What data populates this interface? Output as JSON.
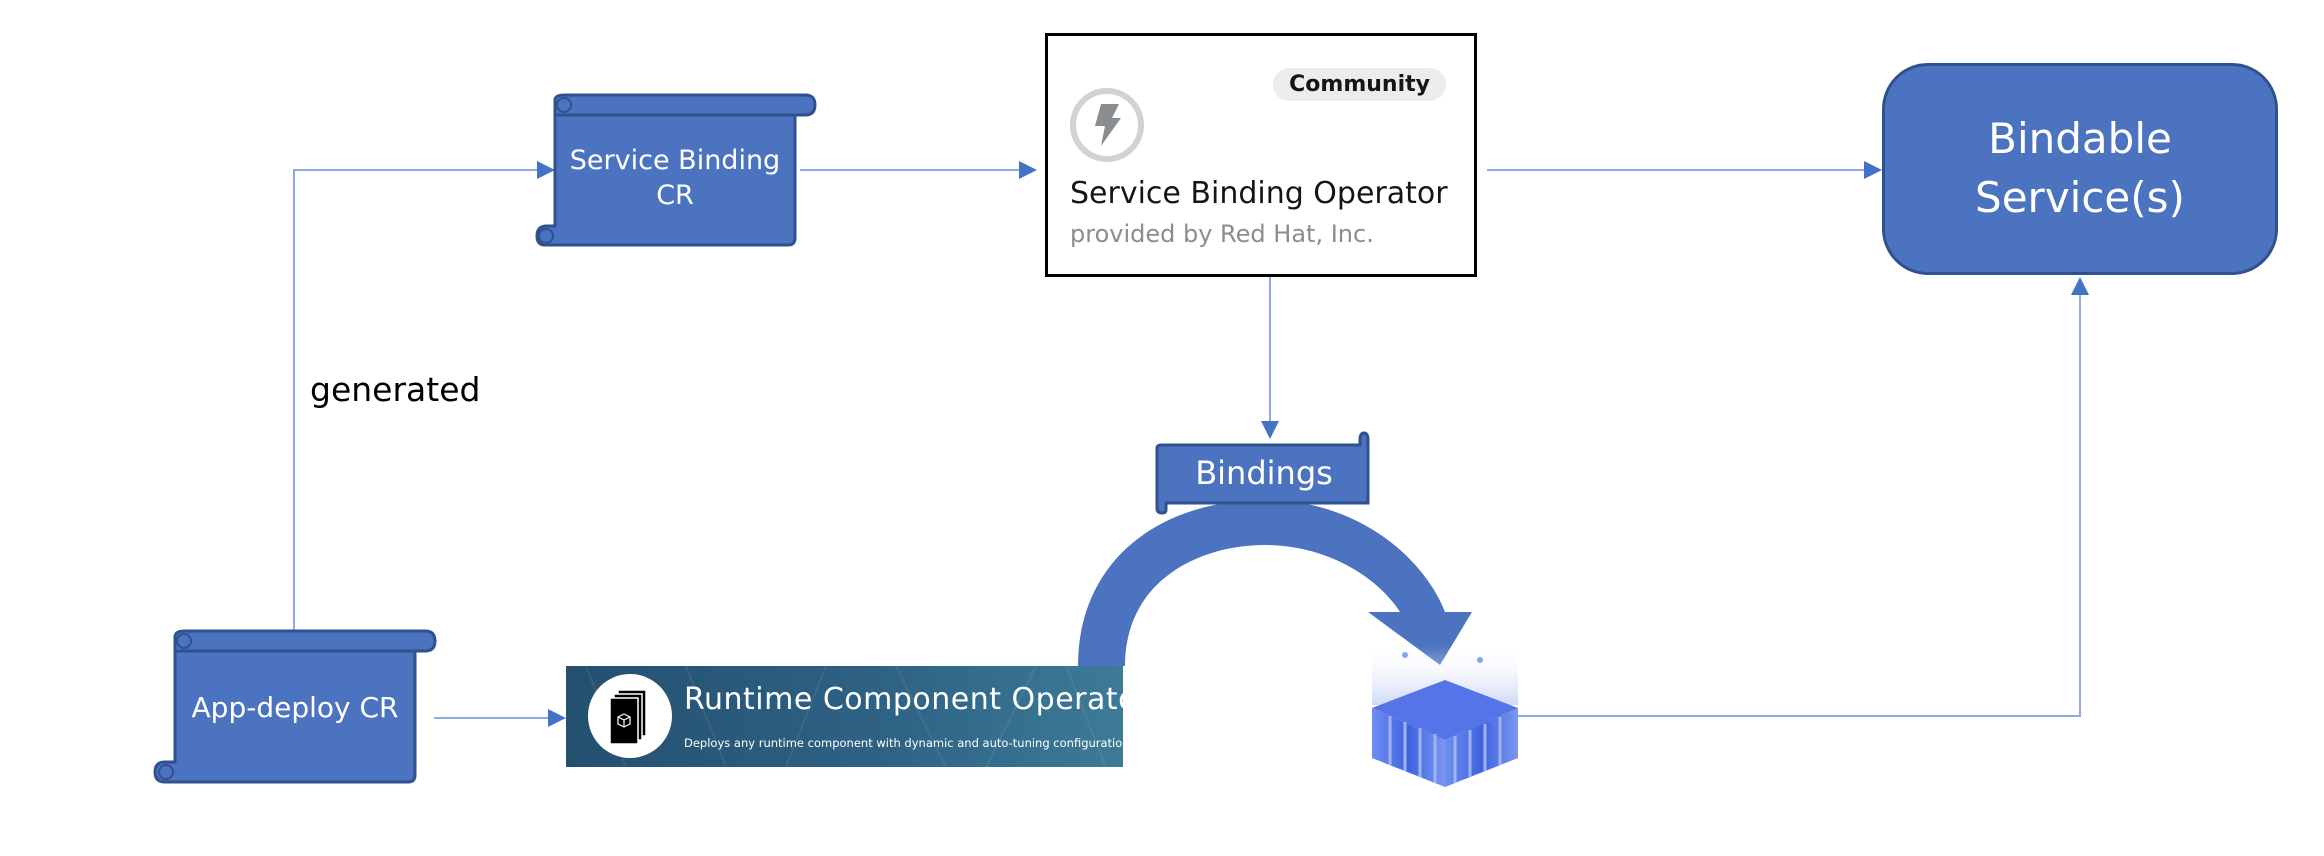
{
  "diagram": {
    "nodes": {
      "service_binding_cr": {
        "label_line1": "Service Binding",
        "label_line2": "CR"
      },
      "service_binding_operator": {
        "badge": "Community",
        "icon": "lightning-bolt-icon",
        "title": "Service Binding Operator",
        "provider": "provided by Red Hat, Inc."
      },
      "bindable_services": {
        "label_line1": "Bindable",
        "label_line2": "Service(s)"
      },
      "bindings": {
        "label": "Bindings"
      },
      "app_deploy_cr": {
        "label": "App-deploy CR"
      },
      "runtime_component_operator": {
        "icon": "stacked-cube-pages-icon",
        "title": "Runtime Component Operator",
        "description": "Deploys any runtime component with dynamic and auto-tuning configuration"
      },
      "application_workload": {
        "icon": "container-cube-icon"
      }
    },
    "edge_labels": {
      "generated": "generated"
    },
    "edges": [
      {
        "from": "app_deploy_cr",
        "to": "service_binding_cr",
        "label": "generated"
      },
      {
        "from": "service_binding_cr",
        "to": "service_binding_operator"
      },
      {
        "from": "service_binding_operator",
        "to": "bindable_services"
      },
      {
        "from": "service_binding_operator",
        "to": "bindings"
      },
      {
        "from": "app_deploy_cr",
        "to": "runtime_component_operator"
      },
      {
        "from": "runtime_component_operator",
        "to": "application_workload",
        "style": "curved-block-arrow"
      },
      {
        "from": "application_workload",
        "to": "bindable_services"
      }
    ],
    "colors": {
      "shape_fill": "#4c73bf",
      "shape_stroke": "#2f528f",
      "connector": "#8faadc",
      "arrowhead": "#4472c4",
      "banner": "#2e6184",
      "card_border": "#000000",
      "badge_bg": "#ececec",
      "provider_text": "#8a8d90"
    }
  }
}
